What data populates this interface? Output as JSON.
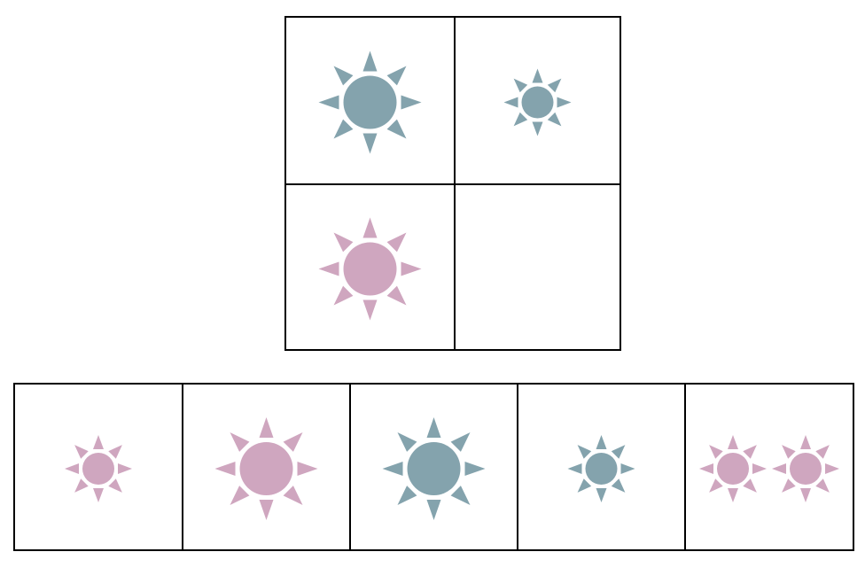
{
  "colors": {
    "teal": "#84a3ad",
    "pink": "#cfa6bf",
    "line": "#000000",
    "background": "#ffffff"
  },
  "matrix": {
    "cells": [
      {
        "id": "top-left",
        "empty": false,
        "suns": [
          {
            "color": "teal",
            "size": "large"
          }
        ]
      },
      {
        "id": "top-right",
        "empty": false,
        "suns": [
          {
            "color": "teal",
            "size": "small"
          }
        ]
      },
      {
        "id": "bottom-left",
        "empty": false,
        "suns": [
          {
            "color": "pink",
            "size": "large"
          }
        ]
      },
      {
        "id": "bottom-right",
        "empty": true,
        "suns": []
      }
    ]
  },
  "options": [
    {
      "id": "option-1",
      "suns": [
        {
          "color": "pink",
          "size": "small"
        }
      ]
    },
    {
      "id": "option-2",
      "suns": [
        {
          "color": "pink",
          "size": "large"
        }
      ]
    },
    {
      "id": "option-3",
      "suns": [
        {
          "color": "teal",
          "size": "large"
        }
      ]
    },
    {
      "id": "option-4",
      "suns": [
        {
          "color": "teal",
          "size": "small"
        }
      ]
    },
    {
      "id": "option-5",
      "suns": [
        {
          "color": "pink",
          "size": "small"
        },
        {
          "color": "pink",
          "size": "small"
        }
      ]
    }
  ]
}
